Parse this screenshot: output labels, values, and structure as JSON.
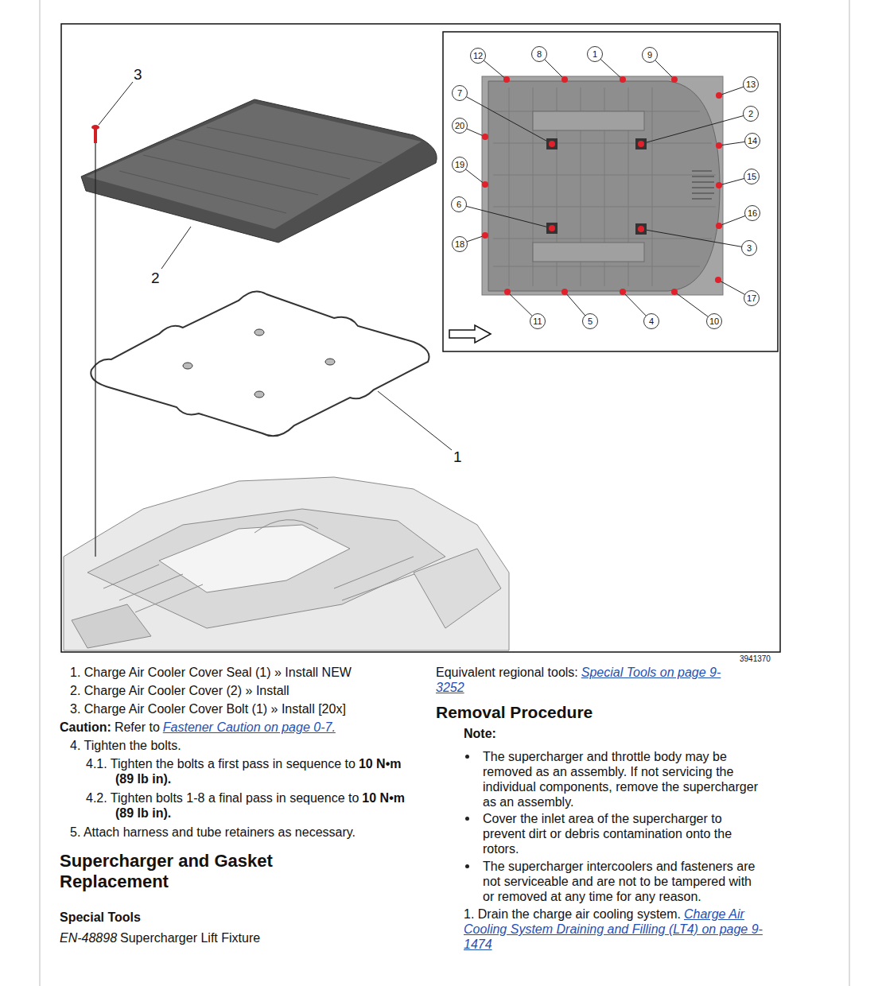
{
  "diagram": {
    "nodes": [
      {
        "text": [
          "12"
        ]
      },
      {
        "text": [
          "8"
        ]
      },
      {
        "text": [
          "1"
        ]
      },
      {
        "text": [
          "9"
        ]
      },
      {
        "text": [
          "13"
        ]
      },
      {
        "text": [
          "7"
        ]
      },
      {
        "text": [
          "2"
        ]
      },
      {
        "text": [
          "20"
        ]
      },
      {
        "text": [
          "14"
        ]
      },
      {
        "text": [
          "19"
        ]
      },
      {
        "text": [
          "15"
        ]
      },
      {
        "text": [
          "6"
        ]
      },
      {
        "text": [
          "16"
        ]
      },
      {
        "text": [
          "18"
        ]
      },
      {
        "text": [
          "3"
        ]
      },
      {
        "text": [
          "17"
        ]
      },
      {
        "text": [
          "11"
        ]
      },
      {
        "text": [
          "5"
        ]
      },
      {
        "text": [
          "4"
        ]
      },
      {
        "text": [
          "10"
        ]
      }
    ],
    "labels": [
      "3",
      "2",
      "1",
      "3941370",
      "1. Charge Air Cooler Cover Seal (1) » Install NEW",
      "2. Charge Air Cooler Cover (2) » Install",
      "3. Charge Air Cooler Cover Bolt (1) » Install [20x]",
      "Caution:",
      "Refer to",
      "Fastener Caution on page 0-7.",
      "4. Tighten the bolts.",
      "4.1. Tighten the bolts a first pass in sequence to",
      "10 N•m (89 lb in).",
      "4.2. Tighten bolts 1-8 a final pass in sequence to",
      "10 N•m (89 lb in).",
      "5. Attach harness and tube retainers as necessary.",
      "Supercharger and Gasket Replacement",
      "Special Tools",
      "EN-48898",
      "Supercharger Lift Fixture",
      "Equivalent regional tools:",
      "Special Tools on page 9-3252",
      "Removal Procedure",
      "Note:",
      "The supercharger and throttle body may be removed as an assembly. If not servicing the individual components, remove the supercharger as an assembly.",
      "Cover the inlet area of the supercharger to prevent dirt or debris contamination onto the rotors.",
      "The supercharger intercoolers and fasteners are not serviceable and are not to be tampered with or removed at any time for any reason.",
      "1. Drain the charge air cooling system.",
      "Charge Air Cooling System Draining and Filling (LT4) on page 9-1474"
    ]
  }
}
